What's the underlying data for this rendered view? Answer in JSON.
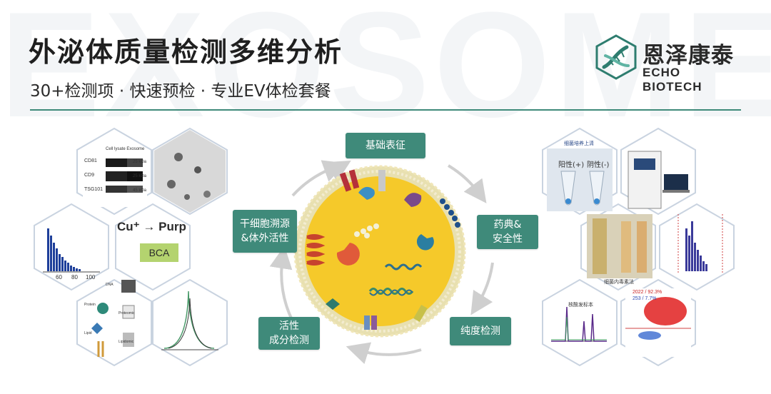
{
  "header": {
    "title": "外泌体质量检测多维分析",
    "subtitle": "30+检测项 · 快速预检 · 专业EV体检套餐"
  },
  "logo": {
    "name_cn": "恩泽康泰",
    "name_en": "ECHO BIOTECH"
  },
  "watermark": "EXOSOME",
  "categories": {
    "basic": "基础表征",
    "pharma_line1": "药典&",
    "pharma_line2": "安全性",
    "purity": "纯度检测",
    "active_line1": "活性",
    "active_line2": "成分检测",
    "stemcell_line1": "干细胞溯源",
    "stemcell_line2": "&体外活性"
  },
  "panels": {
    "wb_labels": [
      "CD81",
      "CD9",
      "TSG101"
    ],
    "wb_kda": [
      "25 kDa",
      "25 kDa",
      "45 kDa"
    ],
    "wb_lanes": [
      "Cell lysate",
      "Exosome"
    ],
    "bca_reaction": "Cu⁺",
    "bca_product": "Purp",
    "bca_label": "BCA",
    "nta_ticks": [
      "60",
      "80",
      "100"
    ],
    "omics_labels": [
      "DNA",
      "Protein",
      "Proteomic",
      "Lipid",
      "Lipidomic"
    ],
    "tube_pos": "阳性(+)",
    "tube_neg": "阴性(-)",
    "hplc_title": "核酸发标本",
    "flow_q1": "2022 / 92.3%",
    "flow_q2": "253 / 7.7%",
    "sterility_caption": "细菌培养上清",
    "lal_caption": "细菌内毒素法"
  },
  "colors": {
    "brand_green": "#3f8a7a",
    "vesicle_yellow": "#f5c92a",
    "arrow_gray": "#cfcfcf"
  }
}
